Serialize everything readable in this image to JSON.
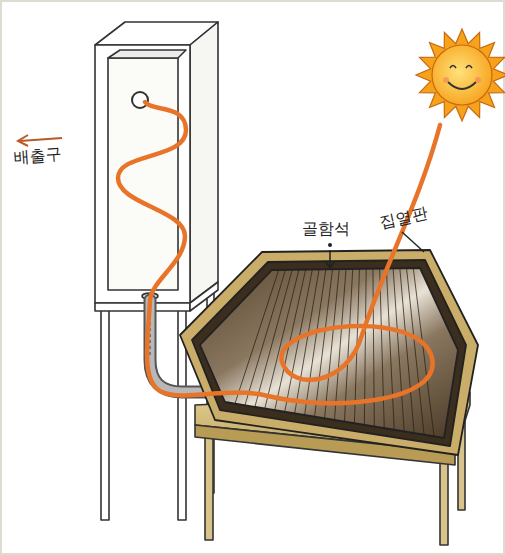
{
  "diagram": {
    "labels": [
      "배출구",
      "골함석",
      "집열판"
    ]
  }
}
